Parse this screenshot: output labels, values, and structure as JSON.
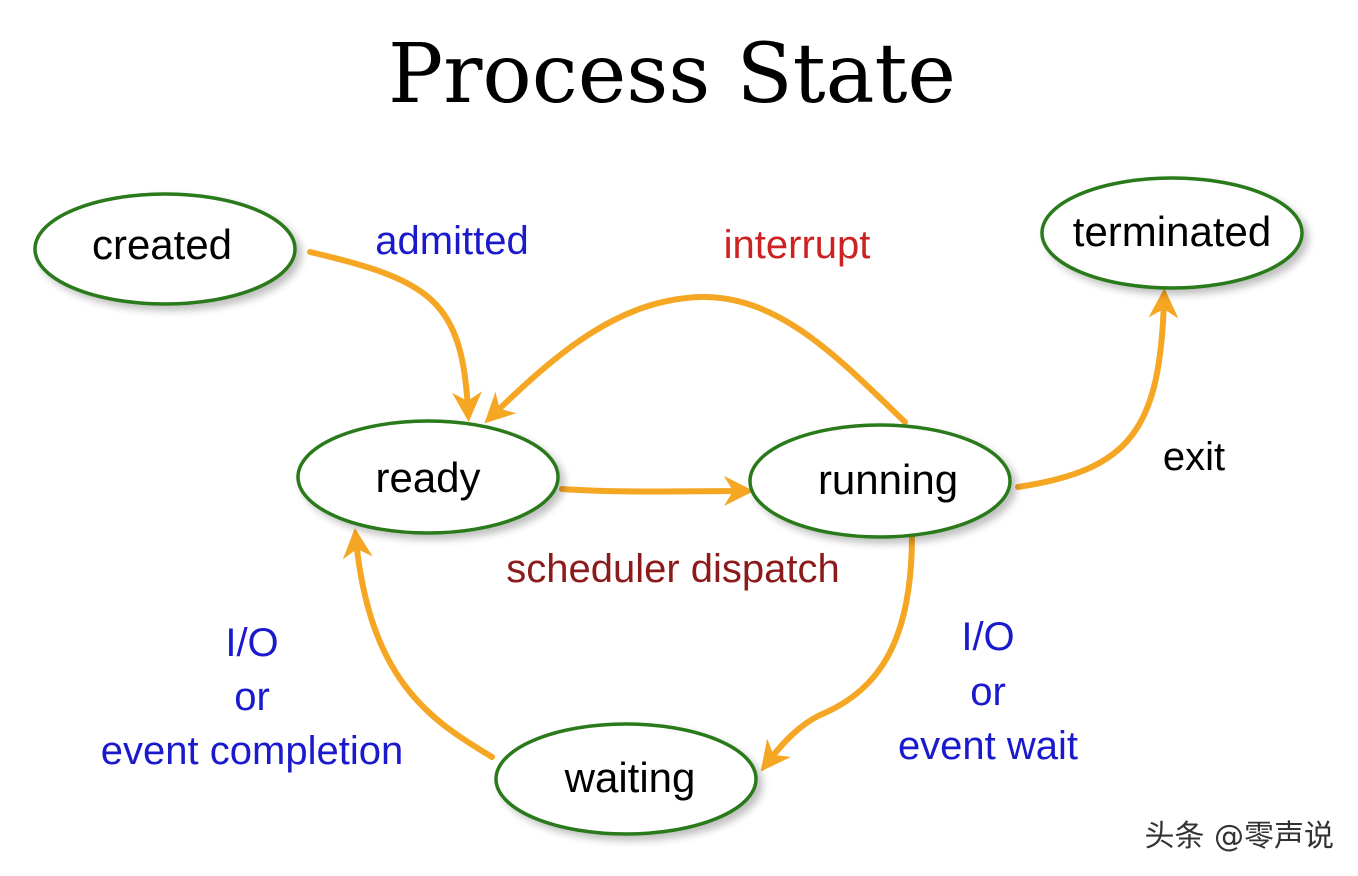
{
  "title": "Process State",
  "colors": {
    "state_border": "#2a7a1a",
    "arrow": "#f5a623",
    "label_blue": "#1a1acc",
    "label_red": "#cc2222",
    "label_darkred": "#8b1a1a",
    "label_black": "#000000"
  },
  "states": {
    "created": "created",
    "ready": "ready",
    "running": "running",
    "terminated": "terminated",
    "waiting": "waiting"
  },
  "transitions": {
    "admitted": "admitted",
    "interrupt": "interrupt",
    "scheduler_dispatch": "scheduler dispatch",
    "exit": "exit",
    "io_event_wait": {
      "line1": "I/O",
      "line2": "or",
      "line3": "event wait"
    },
    "io_event_completion": {
      "line1": "I/O",
      "line2": "or",
      "line3": "event completion"
    }
  },
  "watermark": "头条 @零声说"
}
